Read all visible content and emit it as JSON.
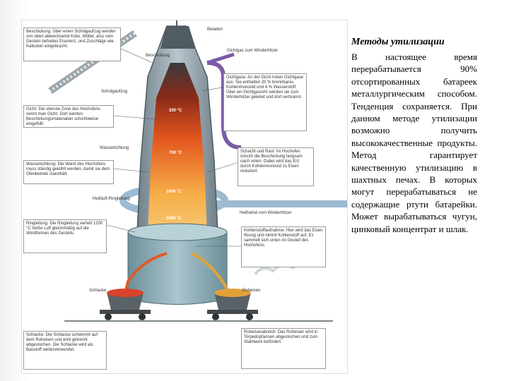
{
  "slide": {
    "title": "Методы утилизации",
    "body": "В настоящее время перерабатывается 90% отсортированных батареек металлургическим способом. Тенденция сохраняется. При данном методе утилизации возможно получить высококачественные продукты. Метод гарантирует качественную утилизацию в шахтных печах. В которых могут перерабатываться не содержащие ртути батарейки. Может вырабатываться чугун, цинковый концентрат и шлак."
  },
  "diagram": {
    "labels": {
      "top_right": "Beladen",
      "gas_outlet": "Gichtgas zum Winderhitzer",
      "charging": "Beschickung",
      "skip": "Schrägaufzug",
      "water_cooling": "Wasserkühlung",
      "hot_air_ring": "Heißluft-Ringleitung",
      "from_heater": "Heißwind vom Winderhitzer",
      "slag": "Schlacke",
      "pig_iron": "Roheisen"
    },
    "temps": [
      "200 °C",
      "700 °C",
      "1600 °C",
      "2000 °C"
    ],
    "captions": [
      "Beschickung: Über einen Schrägaufzug werden von oben abwechselnd Koks, Möller, also vom Gestein befreites Eisenerz, und Zuschläge wie Kalkstein eingebracht.",
      "Gichtgase: An der Gicht treten Gichtgase aus. Sie enthalten 20 % brennbares Kohlenmonoxid und 4 % Wasserstoff. Über ein Gichtgasrohr werden sie zum Winderhitzer geleitet und dort verbrannt.",
      "Gicht: Die oberste Zone des Hochofens nennt man Gicht. Dort werden Beschickungsmaterialien schichtweise eingefüllt.",
      "Wasserkühlung: Die Wand des Hochofens muss ständig gekühlt werden, damit sie dem Ofenbetrieb standhält.",
      "Schacht und Rast: Im Hochofen rutscht die Beschickung langsam nach unten. Dabei wird das Erz durch Kohlenmonoxid zu Eisen reduziert.",
      "Ringleitung: Die Ringleitung verteilt 1200 °C heiße Luft gleichmäßig auf die Windformen des Gestells.",
      "Kohlenstoffaufnahme: Hier wird das Eisen flüssig und nimmt Kohlenstoff auf. Es sammelt sich unten im Gestell des Hochofens.",
      "Schlacke: Die Schlacke schwimmt auf dem Roheisen und wird getrennt abgestochen. Die Schlacke wird als Baustoff weiterverwendet.",
      "Roheisenabstich: Das Roheisen wird in Torpedopfannen abgestochen und zum Stahlwerk befördert."
    ]
  },
  "colors": {
    "furnace_shell": "#8a9aa3",
    "furnace_inner": "#5f6f78",
    "molten_iron": "#d9442a",
    "hot_zone": "#f08a1e",
    "gas_pipe": "#7b5ba6",
    "air_pipe": "#9cbad0"
  }
}
